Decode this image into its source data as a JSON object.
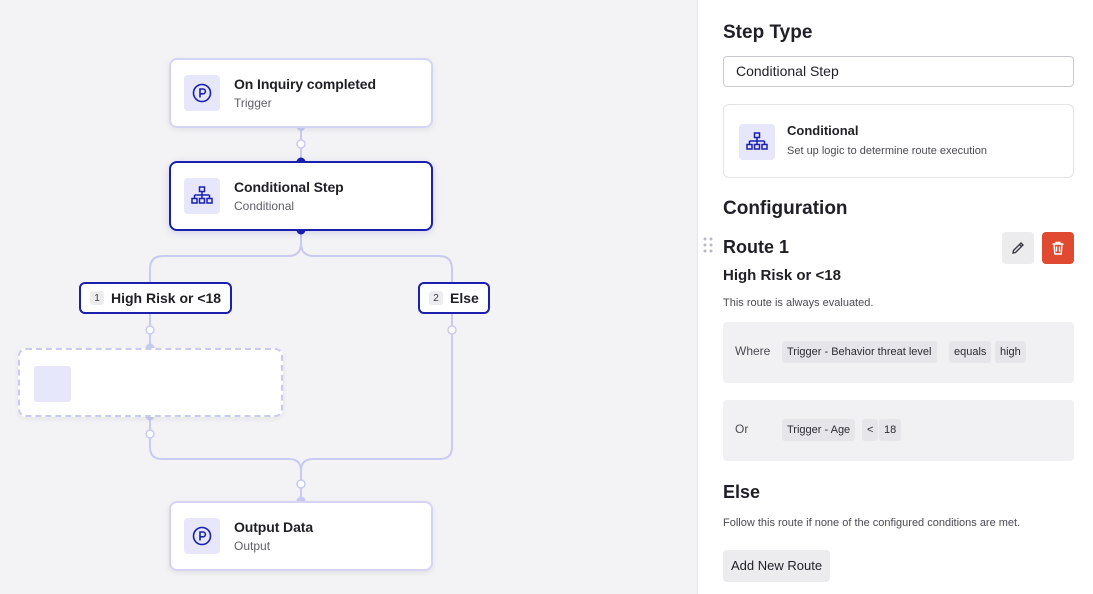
{
  "canvas": {
    "nodes": {
      "trigger": {
        "title": "On Inquiry completed",
        "subtitle": "Trigger",
        "icon": "persona-logo-icon"
      },
      "conditional": {
        "title": "Conditional Step",
        "subtitle": "Conditional",
        "icon": "hierarchy-icon"
      },
      "output": {
        "title": "Output Data",
        "subtitle": "Output",
        "icon": "persona-logo-icon"
      }
    },
    "routes": [
      {
        "number": "1",
        "label": "High Risk or <18"
      },
      {
        "number": "2",
        "label": "Else"
      }
    ]
  },
  "panel": {
    "step_type_heading": "Step Type",
    "step_type_value": "Conditional Step",
    "type_card": {
      "title": "Conditional",
      "description": "Set up logic to determine route execution",
      "icon": "hierarchy-icon"
    },
    "configuration_heading": "Configuration",
    "route": {
      "title": "Route 1",
      "name": "High Risk or <18",
      "note": "This route is always evaluated.",
      "conditions": [
        {
          "operator": "Where",
          "tags": [
            "Trigger - Behavior threat level",
            "equals",
            "high"
          ]
        },
        {
          "operator": "Or",
          "tags": [
            "Trigger - Age",
            "<",
            "18"
          ]
        }
      ]
    },
    "else": {
      "title": "Else",
      "note": "Follow this route if none of the configured conditions are met."
    },
    "add_route_label": "Add New Route"
  },
  "colors": {
    "accent": "#1a1fae",
    "edge": "#c9caf0",
    "icon_bg": "#e6e7fb",
    "delete": "#e04a30"
  }
}
